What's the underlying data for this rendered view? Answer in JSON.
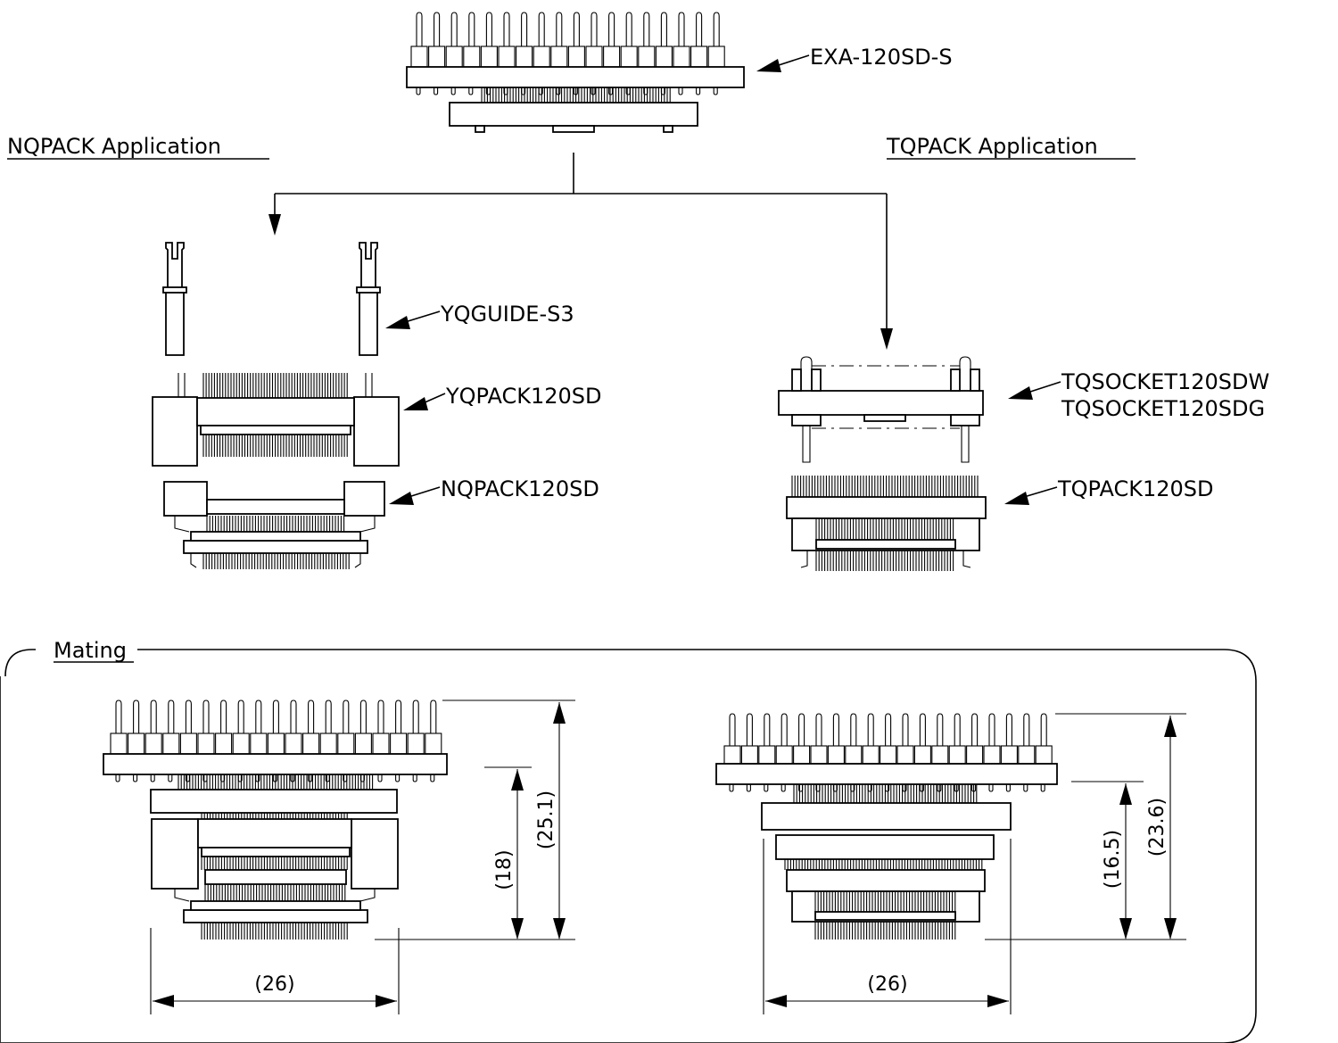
{
  "labels": {
    "nqpack_app": "NQPACK Application",
    "tqpack_app": "TQPACK Application",
    "exa": "EXA-120SD-S",
    "yqguide": "YQGUIDE-S3",
    "yqpack": "YQPACK120SD",
    "nqpack": "NQPACK120SD",
    "tqsocket_w": "TQSOCKET120SDW",
    "tqsocket_g": "TQSOCKET120SDG",
    "tqpack": "TQPACK120SD",
    "mating": "Mating"
  },
  "dimensions": {
    "left_width": "(26)",
    "left_height_inner": "(18)",
    "left_height_total": "(25.1)",
    "right_width": "(26)",
    "right_height_inner": "(16.5)",
    "right_height_total": "(23.6)"
  }
}
